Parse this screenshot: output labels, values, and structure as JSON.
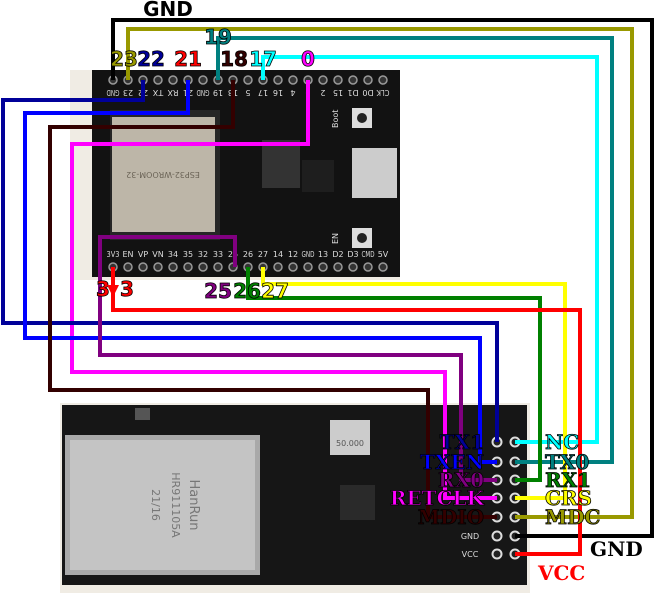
{
  "title_labels": {
    "gnd_top": "GND"
  },
  "esp32": {
    "top_pin_labels": [
      "GND",
      "23",
      "22",
      "TX",
      "RX",
      "21",
      "GND",
      "19",
      "18",
      "5",
      "17",
      "16",
      "4",
      "0",
      "2",
      "15",
      "D1",
      "D0",
      "CLK"
    ],
    "bottom_pin_labels": [
      "3V3",
      "EN",
      "VP",
      "VN",
      "34",
      "35",
      "32",
      "33",
      "25",
      "26",
      "27",
      "14",
      "12",
      "GND",
      "13",
      "D2",
      "D3",
      "CMD",
      "5V"
    ],
    "module_text": "ESP32-WROOM-32",
    "boot_label": "Boot",
    "en_label": "EN",
    "pin_callouts": {
      "p23": "23",
      "p22": "22",
      "p21": "21",
      "p19": "19",
      "p18": "18",
      "p17": "17",
      "p0": "0",
      "p3v3_a": "3",
      "p3v3_b": "3",
      "p25": "25",
      "p26": "26",
      "p27": "27"
    }
  },
  "lan8720": {
    "chip_text": "HanRun",
    "chip_part": "HR911105A",
    "chip_date": "21/16",
    "crystal_text": "50.000",
    "gnd_silk": "GND",
    "vcc_silk": "VCC",
    "left_labels": [
      "TX1",
      "TXEN",
      "RX0",
      "RETCLK",
      "MDIO"
    ],
    "right_labels": [
      "NC",
      "TX0",
      "RX1",
      "CRS",
      "MDC"
    ],
    "gnd_label": "GND",
    "vcc_label": "VCC"
  },
  "colors": {
    "gnd": "#000000",
    "olive": "#999900",
    "teal": "#008080",
    "cyan": "#00ffff",
    "magenta": "#ff00ff",
    "navy": "#000099",
    "blue": "#0000ff",
    "purple": "#800080",
    "brown": "#330000",
    "green": "#008000",
    "yellow": "#ffff00",
    "red": "#ff0000"
  }
}
